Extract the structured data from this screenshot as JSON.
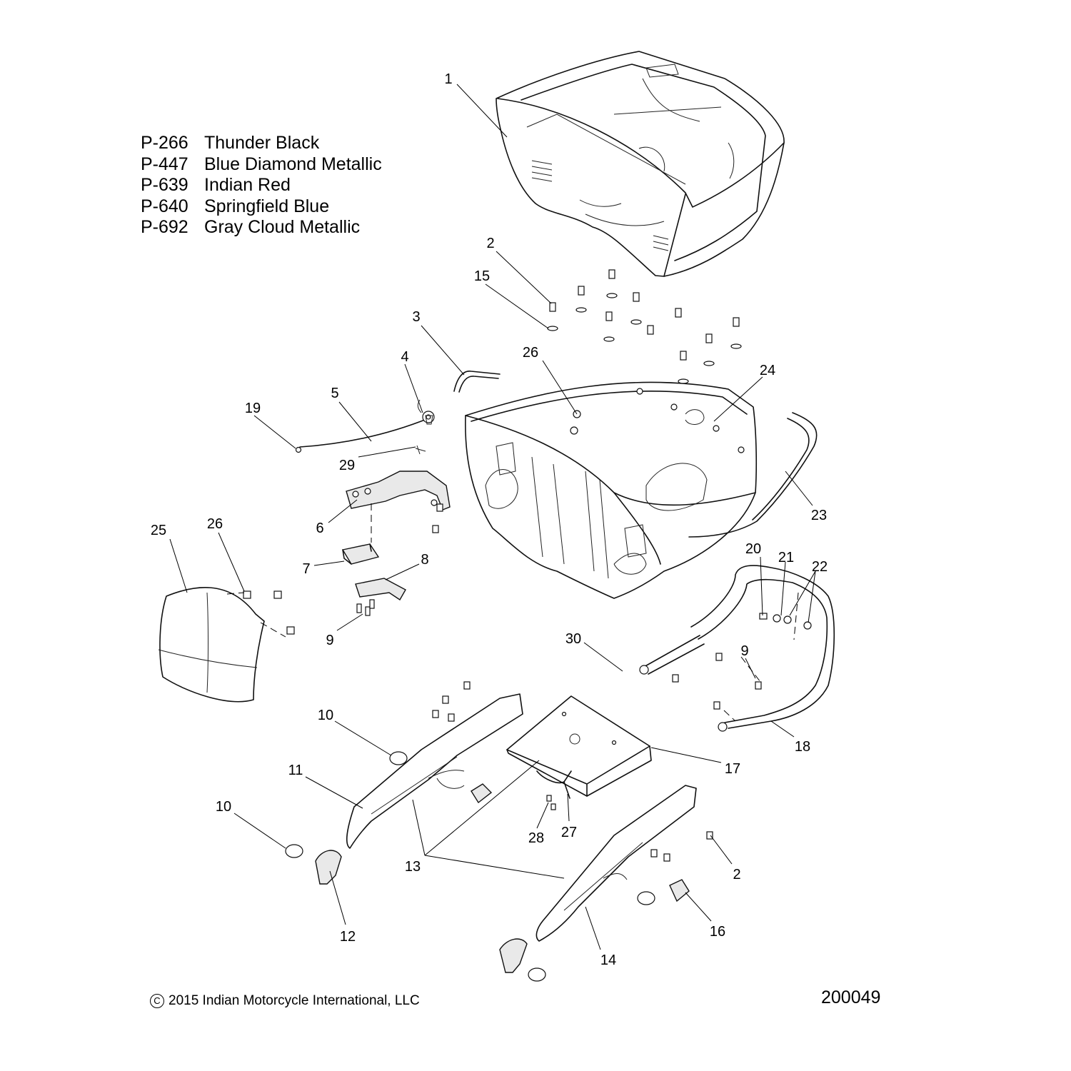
{
  "legend": [
    {
      "code": "P-266",
      "name": "Thunder Black"
    },
    {
      "code": "P-447",
      "name": "Blue Diamond Metallic"
    },
    {
      "code": "P-639",
      "name": "Indian Red"
    },
    {
      "code": "P-640",
      "name": "Springfield Blue"
    },
    {
      "code": "P-692",
      "name": "Gray Cloud Metallic"
    }
  ],
  "callouts": {
    "c1": "1",
    "c2a": "2",
    "c2b": "2",
    "c3": "3",
    "c4": "4",
    "c5": "5",
    "c6": "6",
    "c7": "7",
    "c8": "8",
    "c9a": "9",
    "c9b": "9",
    "c10a": "10",
    "c10b": "10",
    "c11": "11",
    "c12": "12",
    "c13": "13",
    "c14": "14",
    "c15": "15",
    "c16": "16",
    "c17": "17",
    "c18": "18",
    "c19": "19",
    "c20": "20",
    "c21": "21",
    "c22": "22",
    "c23": "23",
    "c24": "24",
    "c25": "25",
    "c26a": "26",
    "c26b": "26",
    "c27": "27",
    "c28": "28",
    "c29": "29",
    "c30": "30"
  },
  "footer": {
    "copyright_symbol": "C",
    "copyright": "2015 Indian Motorcycle International, LLC",
    "diagram_number": "200049"
  }
}
